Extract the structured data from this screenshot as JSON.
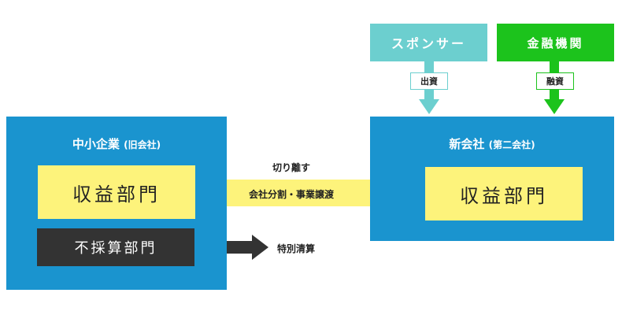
{
  "left_panel": {
    "title": "中小企業",
    "title_sub": "(旧会社)",
    "profit_division": "収益部門",
    "unprofitable_division": "不採算部門"
  },
  "right_panel": {
    "title": "新会社",
    "title_sub": "(第二会社)",
    "profit_division": "収益部門"
  },
  "sponsor": {
    "label": "スポンサー",
    "tag": "出資"
  },
  "bank": {
    "label": "金融機関",
    "tag": "融資"
  },
  "transfer_arrow": {
    "top_label": "切り離す",
    "inner_label": "会社分割・事業譲渡"
  },
  "liquidation_label": "特別清算",
  "colors": {
    "panel_blue": "#1a94cf",
    "profit_yellow": "#fdf37b",
    "dark_box": "#333333",
    "sponsor_teal": "#6ccfcf",
    "bank_green": "#1cc31c"
  }
}
